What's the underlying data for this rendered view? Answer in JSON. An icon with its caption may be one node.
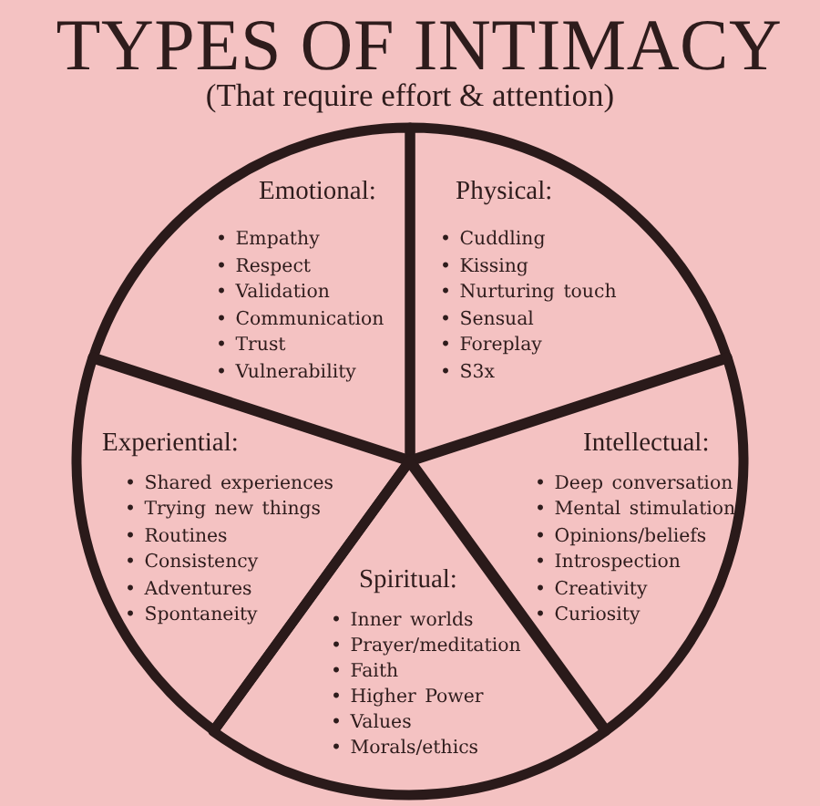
{
  "diagram": {
    "title": "TYPES OF INTIMACY",
    "nodes": [
      {
        "text": [
          "Emotional:",
          "• Empathy",
          "• Respect",
          "• Validation",
          "• Communication",
          "• Trust",
          "• Vulnerability"
        ]
      },
      {
        "text": [
          "Physical:",
          "• Cuddling",
          "• Kissing",
          "• Nurturing touch",
          "• Sensual",
          "• Foreplay",
          "• S3x"
        ]
      },
      {
        "text": [
          "Experiential:",
          "• Shared experiences",
          "• Trying new things",
          "• Routines",
          "• Consistency",
          "• Adventures",
          "• Spontaneity"
        ]
      },
      {
        "text": [
          "Intellectual:",
          "• Deep conversation",
          "• Mental stimulation",
          "• Opinions/beliefs",
          "• Introspection",
          "• Creativity",
          "• Curiosity"
        ]
      },
      {
        "text": [
          "Spiritual:",
          "• Inner worlds",
          "• Prayer/meditation",
          "• Faith",
          "• Higher Power",
          "• Values",
          "• Morals/ethics"
        ]
      }
    ],
    "labels": [
      "(That require effort & attention)"
    ]
  }
}
